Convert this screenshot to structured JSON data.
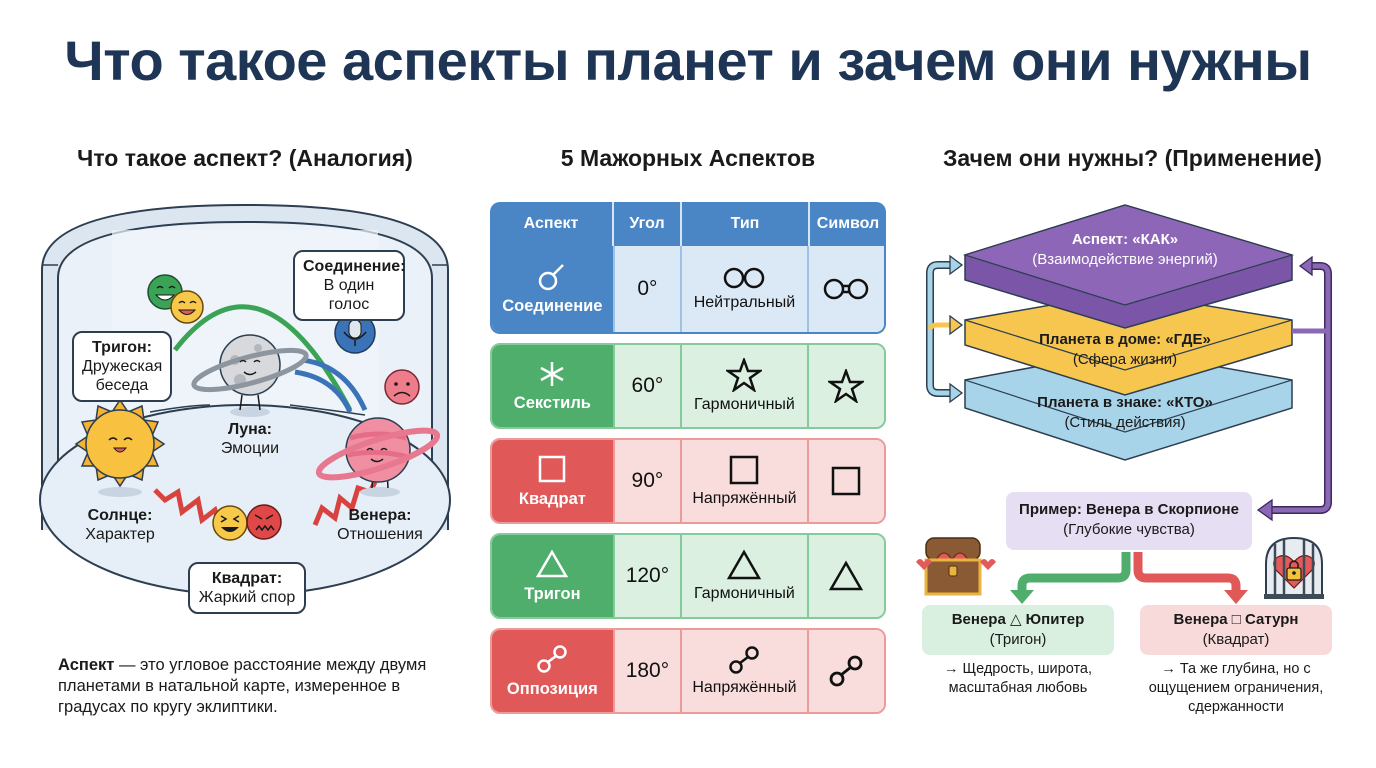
{
  "title": "Что такое аспекты планет и зачем они нужны",
  "sections": {
    "left": "Что такое аспект? (Аналогия)",
    "middle": "5 Мажорных Аспектов",
    "right": "Зачем они нужны? (Применение)"
  },
  "analogy": {
    "bubbles": {
      "conjunction": {
        "title": "Соединение:",
        "text": "В один голос"
      },
      "trine": {
        "title": "Тригон:",
        "text": "Дружеская беседа"
      },
      "square": {
        "title": "Квадрат:",
        "text": "Жаркий спор"
      }
    },
    "planets": {
      "moon": {
        "name": "Луна:",
        "meaning": "Эмоции"
      },
      "sun": {
        "name": "Солнце:",
        "meaning": "Характер"
      },
      "venus": {
        "name": "Венера:",
        "meaning": "Отношения"
      }
    },
    "icons": [
      "happy-chat-green-icon",
      "happy-chat-yellow-icon",
      "microphone-chat-icon",
      "sad-chat-icon",
      "laughing-chat-icon",
      "angry-chat-icon"
    ],
    "definition": {
      "term": "Аспект",
      "text": " — это угловое расстояние между двумя планетами в натальной карте, измеренное в градусах по кругу эклиптики."
    }
  },
  "aspects_table": {
    "headers": [
      "Аспект",
      "Угол",
      "Тип",
      "Символ"
    ],
    "rows": [
      {
        "name": "Соединение",
        "angle": "0°",
        "type": "Нейтральный",
        "symbol": "conjunction-symbol",
        "color": "#4a86c5"
      },
      {
        "name": "Секстиль",
        "angle": "60°",
        "type": "Гармоничный",
        "symbol": "star-symbol",
        "color": "#4fae6c"
      },
      {
        "name": "Квадрат",
        "angle": "90°",
        "type": "Напряжённый",
        "symbol": "square-symbol",
        "color": "#e05858"
      },
      {
        "name": "Тригон",
        "angle": "120°",
        "type": "Гармоничный",
        "symbol": "triangle-symbol",
        "color": "#4fae6c"
      },
      {
        "name": "Оппозиция",
        "angle": "180°",
        "type": "Напряжённый",
        "symbol": "opposition-symbol",
        "color": "#e05858"
      }
    ]
  },
  "application": {
    "layers": [
      {
        "title": "Аспект: «КАК»",
        "subtitle": "(Взаимодействие энергий)",
        "color": "#7b55a8"
      },
      {
        "title": "Планета в доме: «ГДЕ»",
        "subtitle": "(Сфера жизни)",
        "color": "#f7c64f"
      },
      {
        "title": "Планета в знаке: «КТО»",
        "subtitle": "(Стиль действия)",
        "color": "#a8d4ea"
      }
    ],
    "example": {
      "title": "Пример: Венера в Скорпионе",
      "subtitle": "(Глубокие чувства)"
    },
    "outcomes": [
      {
        "title": "Венера △ Юпитер",
        "subtitle": "(Тригон)",
        "note": "→ Щедрость, широта, масштабная любовь",
        "color": "#d9efdf",
        "icon": "treasure-chest-icon"
      },
      {
        "title": "Венера □ Сатурн",
        "subtitle": "(Квадрат)",
        "note": "→ Та же глубина, но с ощущением ограничения, сдержанности",
        "color": "#f9dada",
        "icon": "caged-heart-icon"
      }
    ]
  }
}
